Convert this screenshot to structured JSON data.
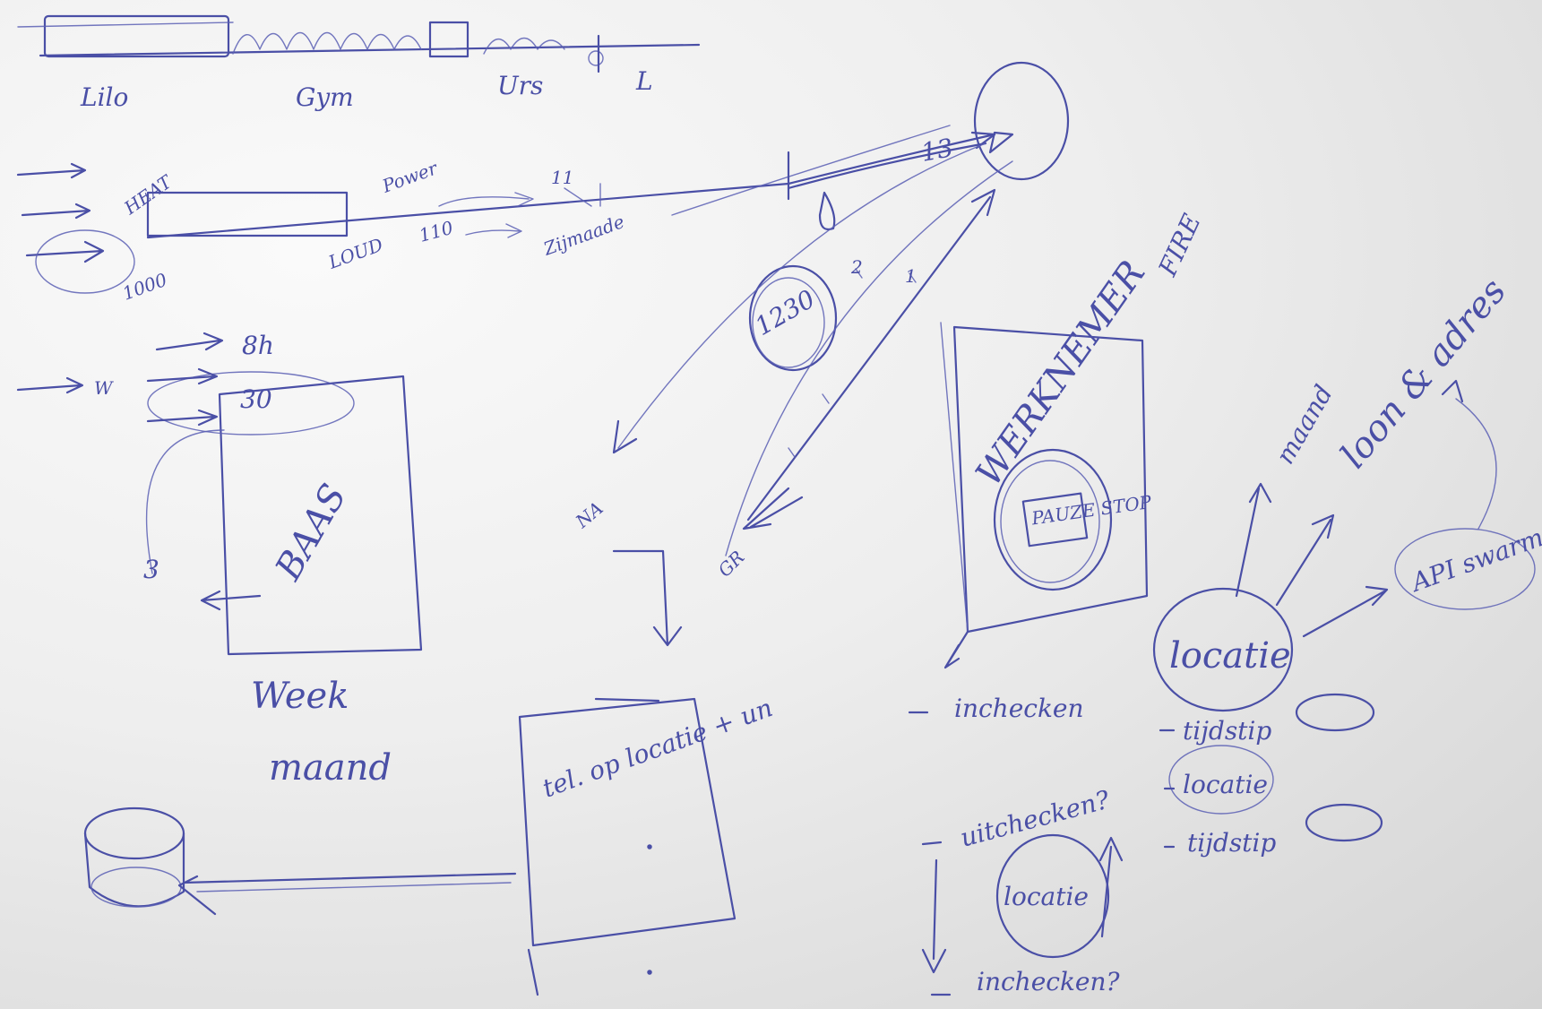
{
  "timeline_top": {
    "labels": [
      "Lilo",
      "Gym",
      "Urs",
      "L"
    ]
  },
  "timeline_mid": {
    "labels": [
      "HEAT",
      "Power",
      "11",
      "LOUD",
      "110",
      "Zijmaade",
      "13",
      "1000"
    ],
    "circle_label": "1230",
    "arrow_labels": [
      "NA",
      "GR"
    ],
    "drop_labels": [
      "2",
      "1"
    ]
  },
  "baas_box": {
    "title": "BAAS",
    "top_label": "8h",
    "value": "30",
    "side_labels": [
      "W",
      "3"
    ],
    "below": [
      "Week",
      "maand"
    ]
  },
  "middle_box": {
    "title": "tel. op locatie + un"
  },
  "werknemer_box": {
    "title": "WERKNEMER",
    "badge": "PAUZE STOP",
    "fire_label": "FIRE"
  },
  "checklist": {
    "items": [
      "inchecken",
      "uitchecken?",
      "inchecken?"
    ],
    "circle_note": "locatie"
  },
  "locatie_cluster": {
    "center": "locatie",
    "targets": [
      "maand",
      "loon & adres",
      "API swarm"
    ],
    "list": [
      "tijdstip",
      "locatie",
      "tijdstip"
    ]
  },
  "ink_color": "#4a4fa6"
}
